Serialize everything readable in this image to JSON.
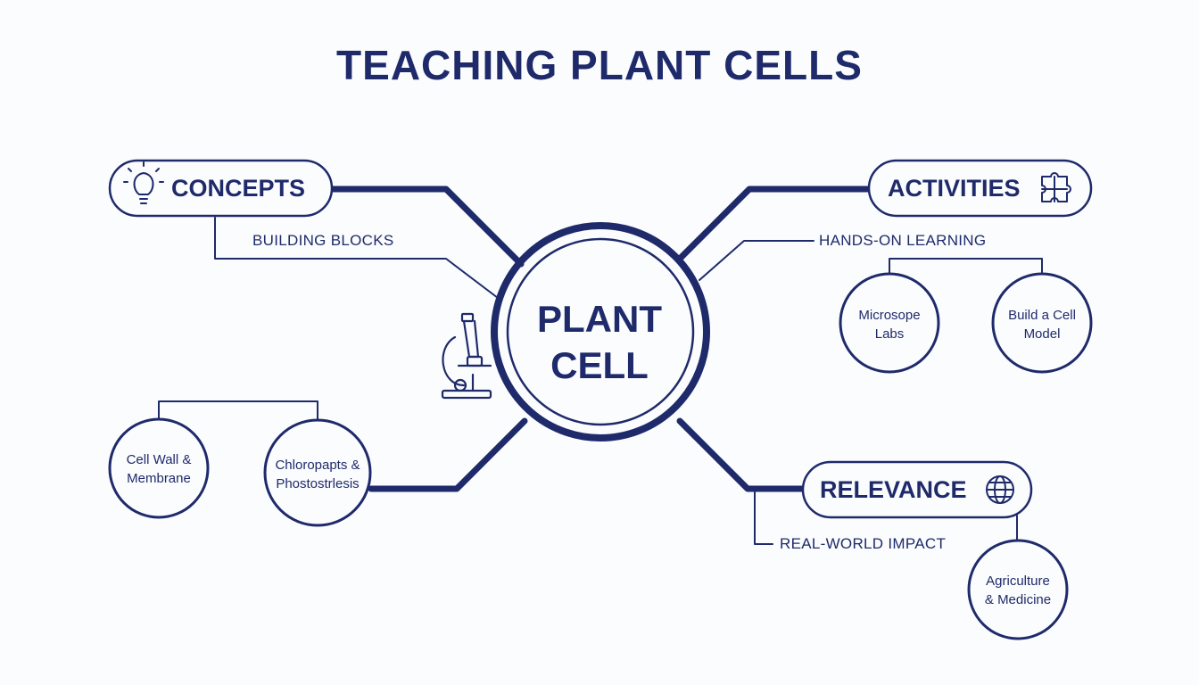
{
  "title": "TEACHING PLANT CELLS",
  "center": {
    "line1": "PLANT",
    "line2": "CELL"
  },
  "branches": {
    "concepts": {
      "label": "CONCEPTS",
      "subtitle": "BUILDING BLOCKS",
      "icon": "lightbulb-icon"
    },
    "activities": {
      "label": "ACTIVITIES",
      "subtitle": "HANDS-ON LEARNING",
      "icon": "puzzle-icon"
    },
    "relevance": {
      "label": "RELEVANCE",
      "subtitle": "REAL-WORLD IMPACT",
      "icon": "globe-icon"
    }
  },
  "leaves": {
    "cell_wall": {
      "line1": "Cell Wall &",
      "line2": "Membrane"
    },
    "chloroplasts": {
      "line1": "Chloropapts &",
      "line2": "Phostostrlesis"
    },
    "microscope_labs": {
      "line1": "Microsope",
      "line2": "Labs"
    },
    "build_cell": {
      "line1": "Build a Cell",
      "line2": "Model"
    },
    "agriculture": {
      "line1": "Agriculture",
      "line2": "& Medicine"
    }
  },
  "decorations": {
    "microscope": "microscope-icon"
  },
  "colors": {
    "ink": "#1f2a6b",
    "background": "#fbfcfd"
  }
}
